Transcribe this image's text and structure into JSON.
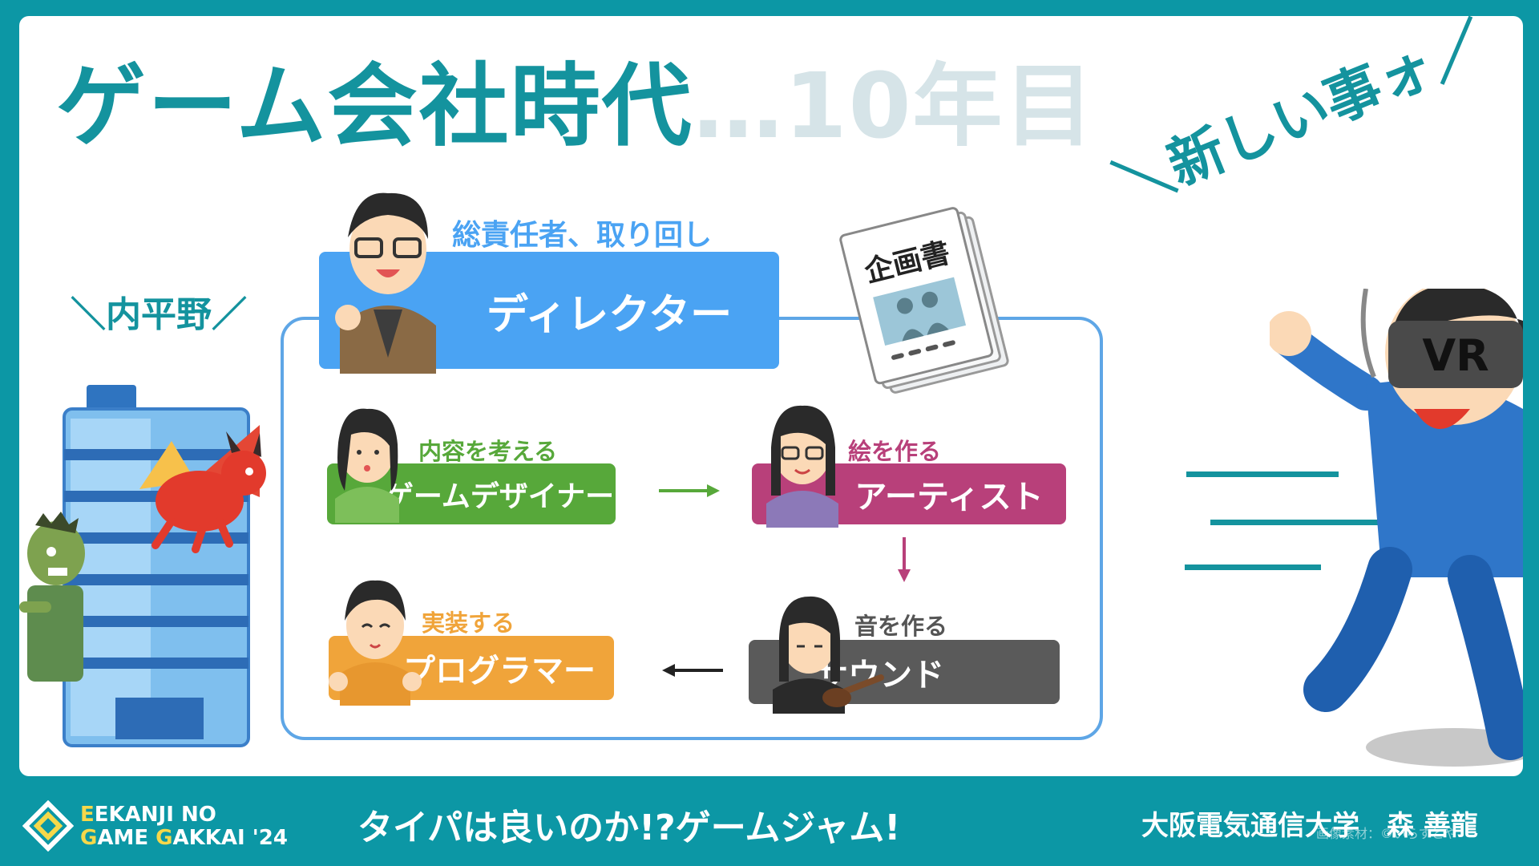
{
  "slide": {
    "title_main": "ゲーム会社時代",
    "title_sub": "…10年目"
  },
  "company": {
    "label": "＼内平野／",
    "building_label": "内平野"
  },
  "document": {
    "label": "企画書"
  },
  "shout": {
    "text": "＼新しい事ォ／"
  },
  "vr": {
    "label": "VR"
  },
  "roles": {
    "director": {
      "label": "ディレクター",
      "caption": "総責任者、取り回し",
      "color": "#4aa3f3"
    },
    "designer": {
      "label": "ゲームデザイナー",
      "caption": "内容を考える",
      "color": "#57a83a"
    },
    "artist": {
      "label": "アーティスト",
      "caption": "絵を作る",
      "color": "#b8407a"
    },
    "sound": {
      "label": "サウンド",
      "caption": "音を作る",
      "color": "#5a5a5a"
    },
    "programmer": {
      "label": "プログラマー",
      "caption": "実装する",
      "color": "#f0a43a"
    }
  },
  "footer": {
    "logo_line1_a": "E",
    "logo_line1_b": "EKANJI NO",
    "logo_line2_a": "G",
    "logo_line2_b": "AME ",
    "logo_line2_c": "G",
    "logo_line2_d": "AKKAI '24",
    "event_title": "タイパは良いのか!?ゲームジャム!",
    "author": "大阪電気通信大学　森 善龍",
    "credit": "画像素材：©いらすとや"
  },
  "colors": {
    "teal": "#0c97a5",
    "title_teal": "#14939e",
    "title_faint": "#d6e4e8",
    "flow_border": "#5ea6e6"
  }
}
